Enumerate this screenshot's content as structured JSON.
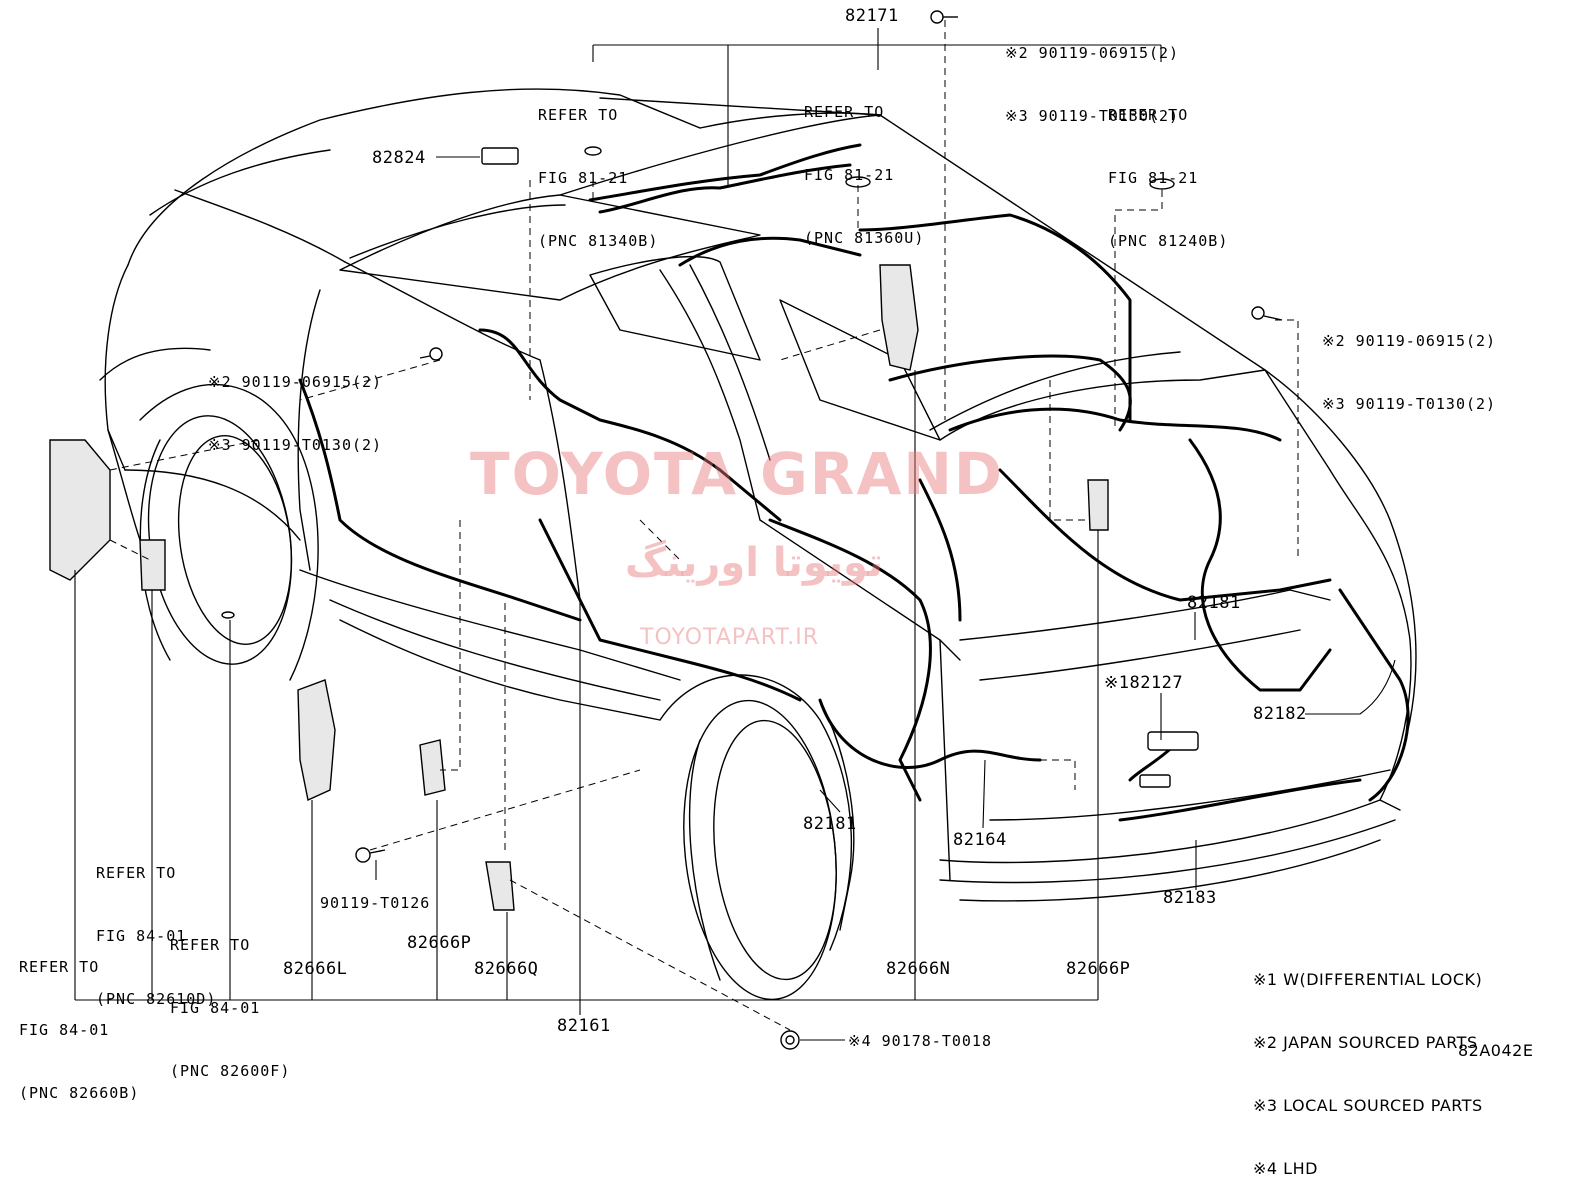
{
  "diagram_id": "82A042E",
  "watermark": {
    "brand": "TOYOTA GRAND",
    "persian": "تویوتا اورینگ",
    "site": "TOYOTAPART.IR"
  },
  "top_label": "82171",
  "refs": {
    "ref_81340B": [
      "REFER TO",
      "FIG 81-21",
      "(PNC 81340B)"
    ],
    "ref_81360U": [
      "REFER TO",
      "FIG 81-21",
      "(PNC 81360U)"
    ],
    "ref_81240B": [
      "REFER TO",
      "FIG 81-21",
      "(PNC 81240B)"
    ],
    "ref_82610D": [
      "REFER TO",
      "FIG 84-01",
      "(PNC 82610D)"
    ],
    "ref_82600F": [
      "REFER TO",
      "FIG 84-01",
      "(PNC 82600F)"
    ],
    "ref_82660B": [
      "REFER TO",
      "FIG 84-01",
      "(PNC 82660B)"
    ]
  },
  "bolts": {
    "top": [
      "※2 90119-06915(2)",
      "※3 90119-T0130(2)"
    ],
    "right": [
      "※2 90119-06915(2)",
      "※3 90119-T0130(2)"
    ],
    "left": [
      "※2 90119-06915(2)",
      "※3 90119-T0130(2)"
    ],
    "lower": "90119-T0126",
    "grommet": "※4 90178-T0018"
  },
  "parts": {
    "p82824": "82824",
    "p82181_right": "82181",
    "p82127": "※182127",
    "p82182": "82182",
    "p82181_center": "82181",
    "p82164": "82164",
    "p82183": "82183",
    "p82666L": "82666L",
    "p82666P_left": "82666P",
    "p82666Q": "82666Q",
    "p82666N": "82666N",
    "p82666P_right": "82666P",
    "p82161": "82161"
  },
  "notes": [
    "※1 W(DIFFERENTIAL LOCK)",
    "※2 JAPAN SOURCED PARTS",
    "※3 LOCAL SOURCED PARTS",
    "※4 LHD"
  ]
}
